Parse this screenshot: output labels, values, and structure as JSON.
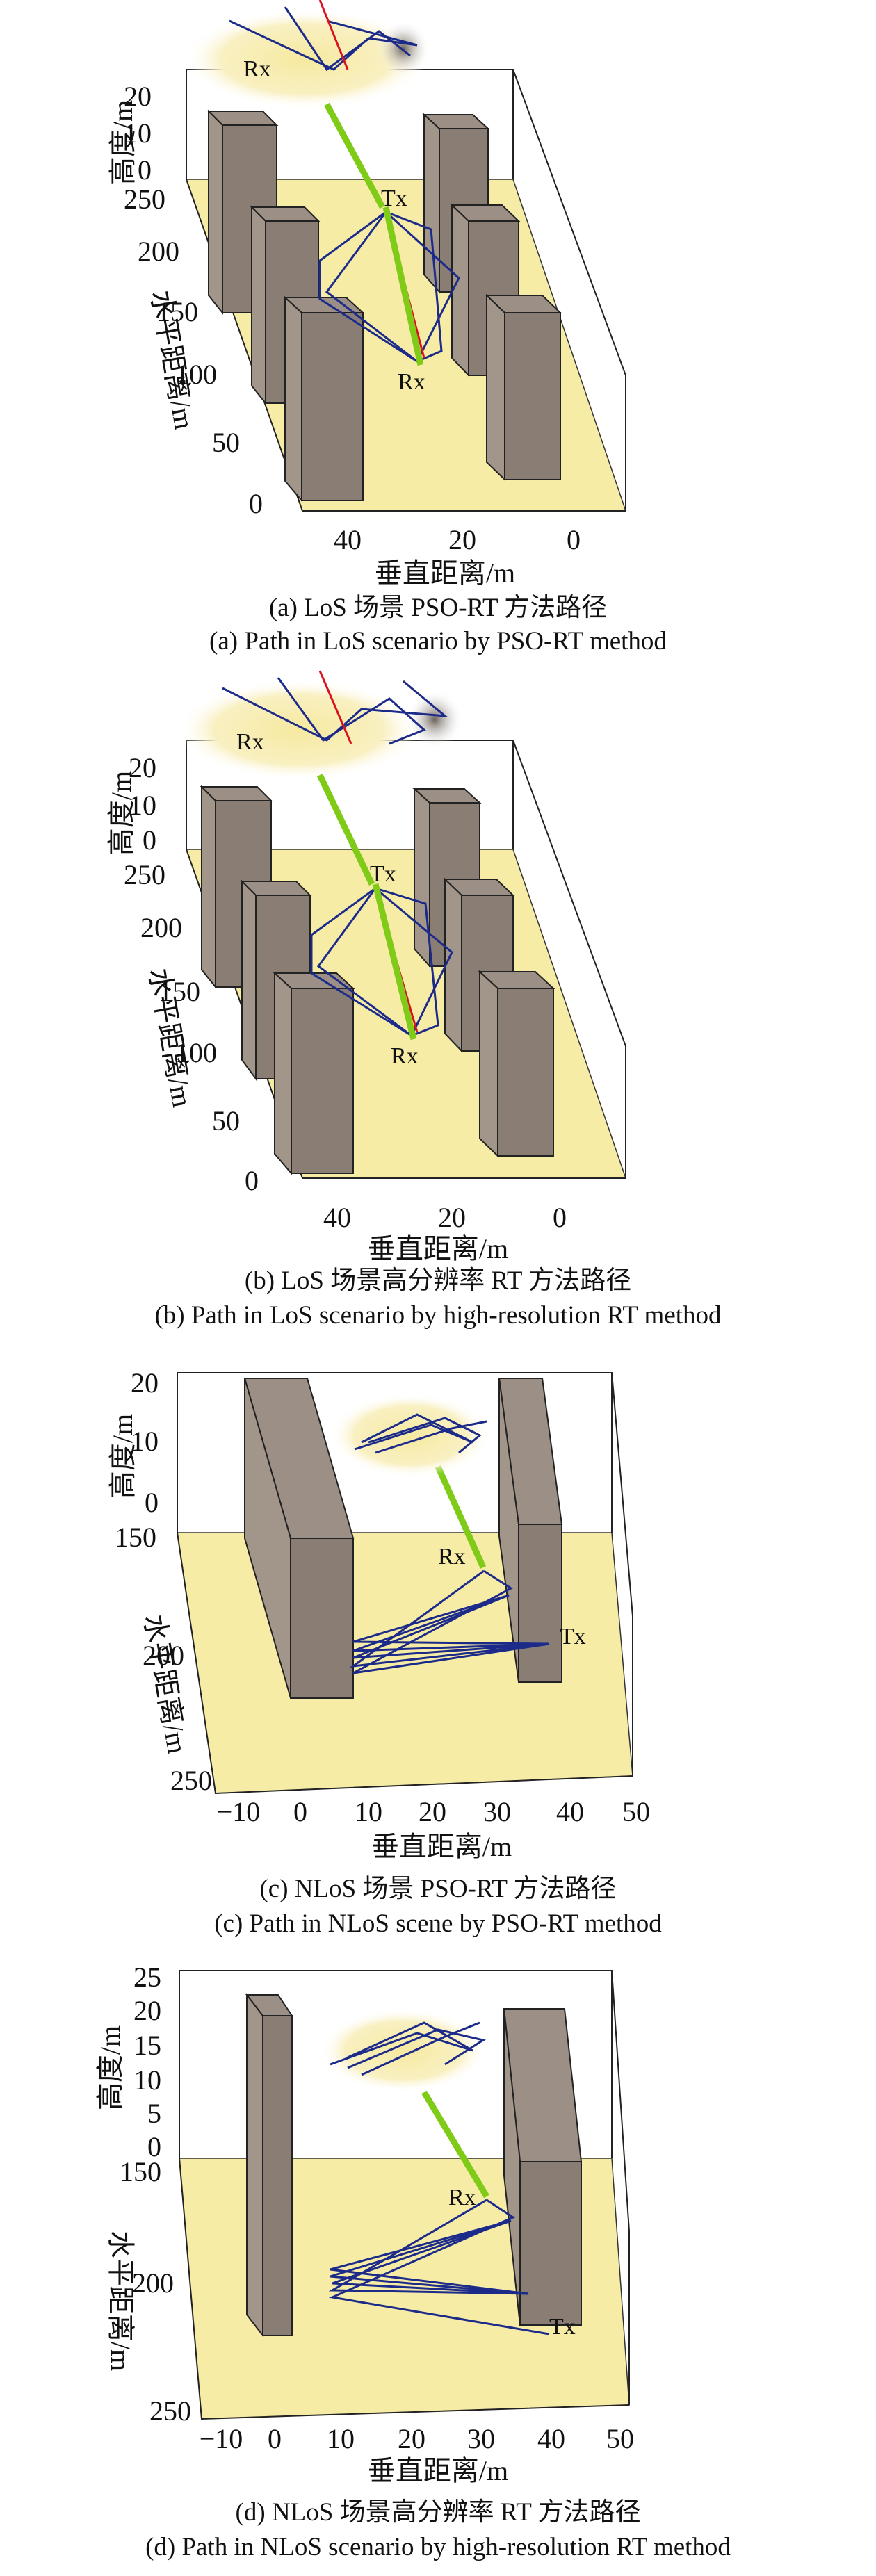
{
  "panels": [
    {
      "id": "a",
      "caption_cn": "(a) LoS 场景 PSO-RT 方法路径",
      "caption_en": "(a) Path in LoS scenario by PSO-RT method",
      "x_label": "垂直距离/m",
      "y_label": "水平距离/m",
      "z_label": "高度/m",
      "x_ticks": [
        "40",
        "20",
        "0"
      ],
      "y_ticks": [
        "250",
        "200",
        "150",
        "100",
        "50",
        "0"
      ],
      "z_ticks": [
        "20",
        "10",
        "0"
      ],
      "tx_label": "Tx",
      "rx_label": "Rx",
      "inset_rx_label": "Rx"
    },
    {
      "id": "b",
      "caption_cn": "(b) LoS 场景高分辨率 RT 方法路径",
      "caption_en": "(b) Path in LoS scenario by high-resolution RT method",
      "x_label": "垂直距离/m",
      "y_label": "水平距离/m",
      "z_label": "高度/m",
      "x_ticks": [
        "40",
        "20",
        "0"
      ],
      "y_ticks": [
        "250",
        "200",
        "150",
        "100",
        "50",
        "0"
      ],
      "z_ticks": [
        "20",
        "10",
        "0"
      ],
      "tx_label": "Tx",
      "rx_label": "Rx",
      "inset_rx_label": "Rx"
    },
    {
      "id": "c",
      "caption_cn": "(c) NLoS 场景 PSO-RT 方法路径",
      "caption_en": "(c) Path in NLoS scene by PSO-RT method",
      "x_label": "垂直距离/m",
      "y_label": "水平距离/m",
      "z_label": "高度/m",
      "x_ticks": [
        "−10",
        "0",
        "10",
        "20",
        "30",
        "40",
        "50"
      ],
      "y_ticks": [
        "150",
        "200",
        "250"
      ],
      "z_ticks": [
        "20",
        "10",
        "0"
      ],
      "tx_label": "Tx",
      "rx_label": "Rx"
    },
    {
      "id": "d",
      "caption_cn": "(d) NLoS 场景高分辨率 RT 方法路径",
      "caption_en": "(d) Path in NLoS scenario by high-resolution RT method",
      "x_label": "垂直距离/m",
      "y_label": "水平距离/m",
      "z_label": "高度/m",
      "x_ticks": [
        "−10",
        "0",
        "10",
        "20",
        "30",
        "40",
        "50"
      ],
      "y_ticks": [
        "150",
        "200",
        "250"
      ],
      "z_ticks": [
        "25",
        "20",
        "15",
        "10",
        "5",
        "0"
      ],
      "tx_label": "Tx",
      "rx_label": "Rx"
    }
  ],
  "colors": {
    "floor": "#f7eca6",
    "building": "#8a7e74",
    "ray": "#1c2b8a",
    "ray_highlight": "#d8131e",
    "los": "#7fcb18"
  }
}
